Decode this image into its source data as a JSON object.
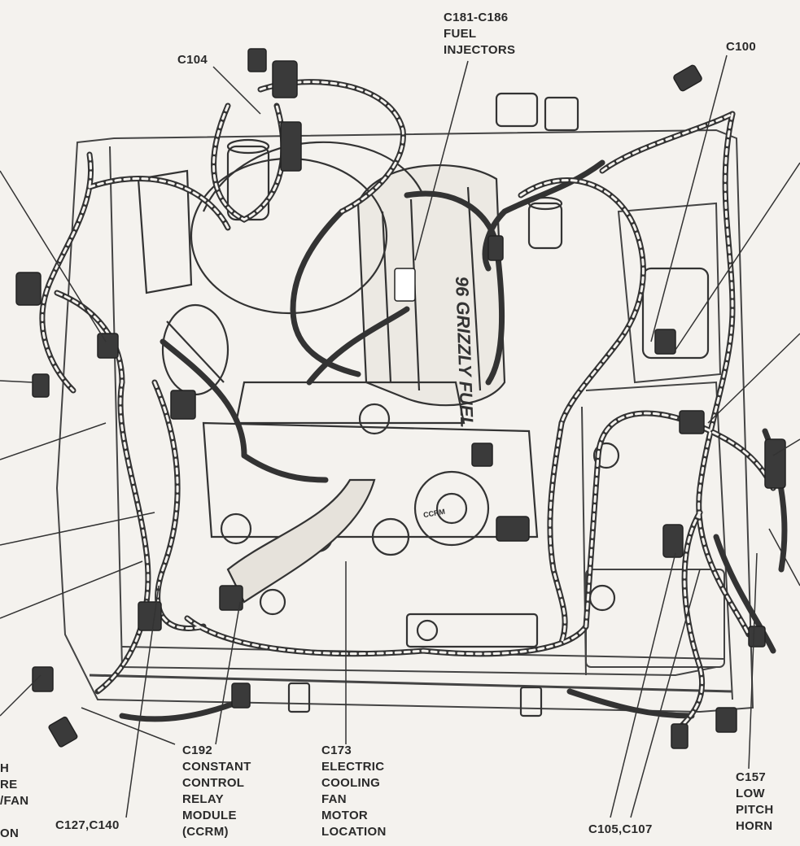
{
  "callouts": {
    "c104": {
      "lines": [
        "C104"
      ]
    },
    "fuel_injectors": {
      "lines": [
        "C181-C186",
        "FUEL",
        "INJECTORS"
      ]
    },
    "c100": {
      "lines": [
        "C100"
      ]
    },
    "ccrm": {
      "lines": [
        "C192",
        "CONSTANT",
        "CONTROL",
        "RELAY",
        "MODULE",
        "(CCRM)"
      ]
    },
    "cooling_fan": {
      "lines": [
        "C173",
        "ELECTRIC",
        "COOLING",
        "FAN",
        "MOTOR",
        "LOCATION"
      ]
    },
    "c127_c140": {
      "lines": [
        "C127,C140"
      ]
    },
    "c105_c107": {
      "lines": [
        "C105,C107"
      ]
    },
    "low_pitch_horn": {
      "lines": [
        "C157",
        "LOW",
        "PITCH",
        "HORN"
      ]
    },
    "left_cut": {
      "lines": [
        "H",
        "RE",
        "/FAN",
        "",
        "ON"
      ]
    }
  },
  "engine_cover_text": "96 GRIZZLY FUEL",
  "ccrm_label": "CCRM"
}
